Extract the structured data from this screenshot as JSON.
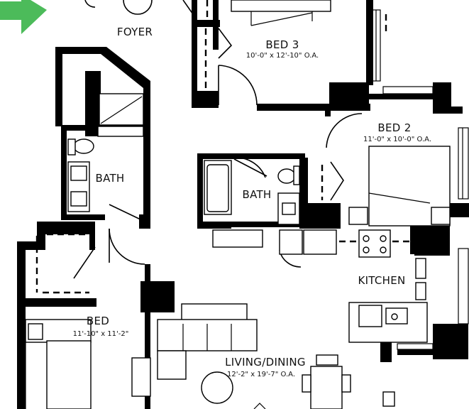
{
  "floor_plan": {
    "rooms": {
      "foyer": {
        "name": "FOYER"
      },
      "bed3": {
        "name": "BED 3",
        "dimensions": "10'-0\" x 12'-10\" O.A."
      },
      "bed2": {
        "name": "BED 2",
        "dimensions": "11'-0\" x 10'-0\" O.A."
      },
      "bath_left": {
        "name": "BATH"
      },
      "bath_center": {
        "name": "BATH"
      },
      "kitchen": {
        "name": "KITCHEN"
      },
      "bed": {
        "name": "BED",
        "dimensions": "11'-10\" x 11'-2\""
      },
      "living_dining": {
        "name": "LIVING/DINING",
        "dimensions": "12'-2\" x 19'-7\" O.A."
      }
    },
    "icons": {
      "entry_marker": "green-arrow-icon"
    },
    "colors": {
      "entry_arrow": "#4cbb5a",
      "walls": "#000000",
      "background": "#ffffff"
    }
  }
}
